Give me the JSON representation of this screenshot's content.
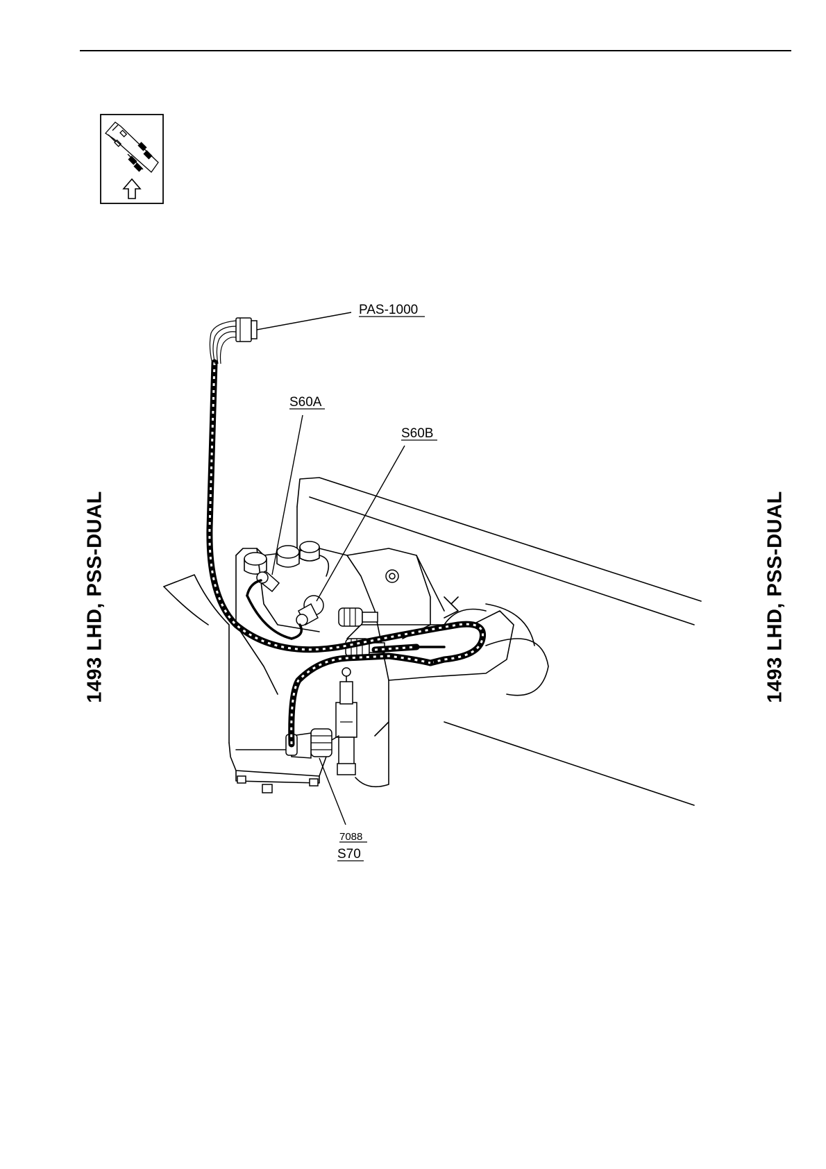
{
  "side_label": "1493  LHD, PSS-DUAL",
  "callouts": {
    "pas1000": "PAS-1000",
    "s60a": "S60A",
    "s60b": "S60B",
    "ref": "7088",
    "s70": "S70"
  },
  "icons": {
    "locator": "vehicle-locator-icon",
    "arrow": "front-direction-arrow-icon"
  }
}
